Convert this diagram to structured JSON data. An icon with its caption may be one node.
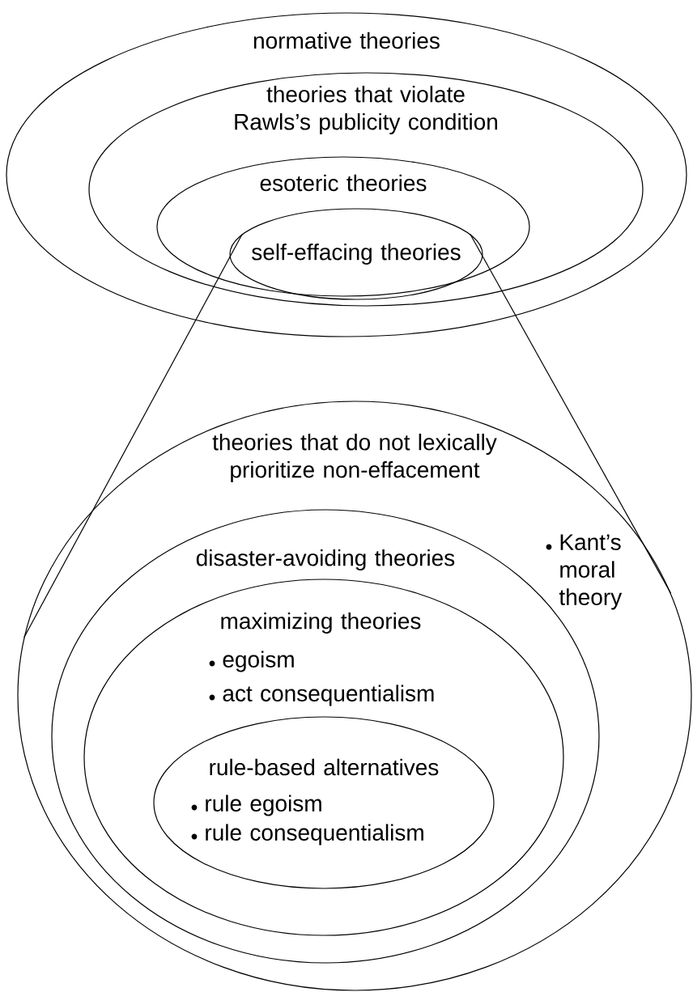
{
  "diagram": {
    "nodes": [
      {
        "text": [
          "normative theories"
        ]
      },
      {
        "text": [
          "theories that violate Rawls’s publicity condition"
        ],
        "in": 0
      },
      {
        "text": [
          "esoteric theories"
        ],
        "in": 1
      },
      {
        "text": [
          "self-effacing theories"
        ],
        "in": 2
      },
      {
        "text": [
          "theories that do not lexically prioritize non-effacement",
          "Kant’s moral theory"
        ]
      },
      {
        "text": [
          "disaster-avoiding theories"
        ],
        "in": 4
      },
      {
        "text": [
          "maximizing theories",
          "egoism",
          "act consequentialism"
        ],
        "in": 5
      },
      {
        "text": [
          "rule-based alternatives",
          "rule egoism",
          "rule consequentialism"
        ],
        "in": 6
      }
    ],
    "edges": [
      {
        "from": 3,
        "to": 4,
        "arrow": "none"
      },
      {
        "from": 3,
        "to": 4,
        "arrow": "none"
      }
    ]
  }
}
